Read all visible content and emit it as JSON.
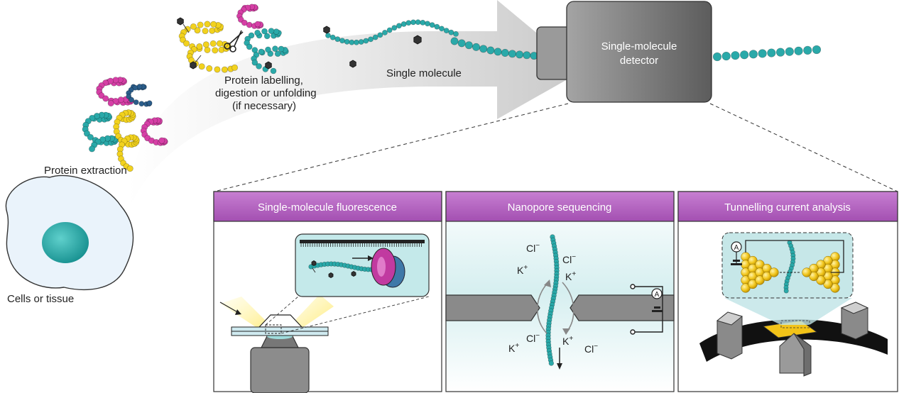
{
  "labels": {
    "cells": "Cells or tissue",
    "extraction": "Protein extraction",
    "labelling_line1": "Protein labelling,",
    "labelling_line2": "digestion or unfolding",
    "labelling_line3": "(if necessary)",
    "single_molecule": "Single molecule",
    "detector_line1": "Single-molecule",
    "detector_line2": "detector"
  },
  "panels": [
    {
      "title": "Single-molecule fluorescence"
    },
    {
      "title": "Nanopore sequencing"
    },
    {
      "title": "Tunnelling current analysis"
    }
  ],
  "ions": {
    "cl": "Cl",
    "k": "K",
    "minus": "−",
    "plus": "+",
    "ammeter": "A"
  },
  "colors": {
    "teal": "#2aa9a9",
    "yellow": "#f2d21e",
    "magenta": "#d63fa6",
    "navy": "#2b5d8a",
    "panel_header": "#b865c4",
    "detector": "#7a7a7a"
  }
}
